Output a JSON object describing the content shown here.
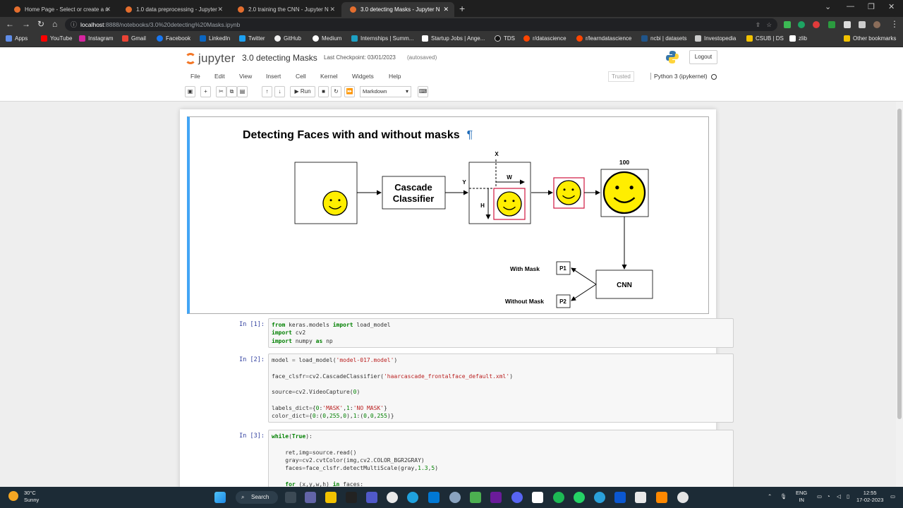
{
  "browser": {
    "tabs": [
      {
        "title": "Home Page - Select or create a n"
      },
      {
        "title": "1.0 data preprocessing - Jupyter"
      },
      {
        "title": "2.0 training the CNN - Jupyter N"
      },
      {
        "title": "3.0 detecting Masks - Jupyter N"
      }
    ],
    "url_host": "localhost",
    "url_rest": ":8888/notebooks/3.0%20detecting%20Masks.ipynb",
    "bookmarks": [
      "Apps",
      "YouTube",
      "Instagram",
      "Gmail",
      "Facebook",
      "LinkedIn",
      "Twitter",
      "GitHub",
      "Medium",
      "Internships | Summ...",
      "Startup Jobs | Ange...",
      "TDS",
      "r/datascience",
      "r/learndatascience",
      "ncbi | datasets",
      "Investopedia",
      "CSUB | DS",
      "zlib",
      "Other bookmarks"
    ]
  },
  "jupyter": {
    "logo_text": "jupyter",
    "notebook_title": "3.0 detecting Masks",
    "checkpoint": "Last Checkpoint: 03/01/2023",
    "autosaved": "(autosaved)",
    "logout": "Logout",
    "menu": [
      "File",
      "Edit",
      "View",
      "Insert",
      "Cell",
      "Kernel",
      "Widgets",
      "Help"
    ],
    "trusted": "Trusted",
    "kernel": "Python 3 (ipykernel)",
    "toolbar": {
      "run": "Run",
      "cell_type": "Markdown"
    }
  },
  "markdown": {
    "heading": "Detecting Faces with and without masks",
    "pilcrow": "¶",
    "diagram": {
      "cascade": "Cascade",
      "classifier": "Classifier",
      "x": "X",
      "y": "Y",
      "w": "W",
      "h": "H",
      "size": "100",
      "cnn": "CNN",
      "with_mask": "With Mask",
      "without_mask": "Without Mask",
      "p1": "P1",
      "p2": "P2"
    }
  },
  "cells": [
    {
      "prompt": "In [1]:",
      "lines": [
        "from keras.models import load_model",
        "import cv2",
        "import numpy as np"
      ]
    },
    {
      "prompt": "In [2]:",
      "lines": [
        "model = load_model('model-017.model')",
        "",
        "face_clsfr=cv2.CascadeClassifier('haarcascade_frontalface_default.xml')",
        "",
        "source=cv2.VideoCapture(0)",
        "",
        "labels_dict={0:'MASK',1:'NO MASK'}",
        "color_dict={0:(0,255,0),1:(0,0,255)}"
      ]
    },
    {
      "prompt": "In [3]:",
      "lines": [
        "while(True):",
        "",
        "    ret,img=source.read()",
        "    gray=cv2.cvtColor(img,cv2.COLOR_BGR2GRAY)",
        "    faces=face_clsfr.detectMultiScale(gray,1.3,5)",
        "",
        "    for (x,y,w,h) in faces:"
      ]
    }
  ],
  "taskbar": {
    "temp": "30°C",
    "weather": "Sunny",
    "search": "Search",
    "lang1": "ENG",
    "lang2": "IN",
    "time": "12:55",
    "date": "17-02-2023"
  }
}
